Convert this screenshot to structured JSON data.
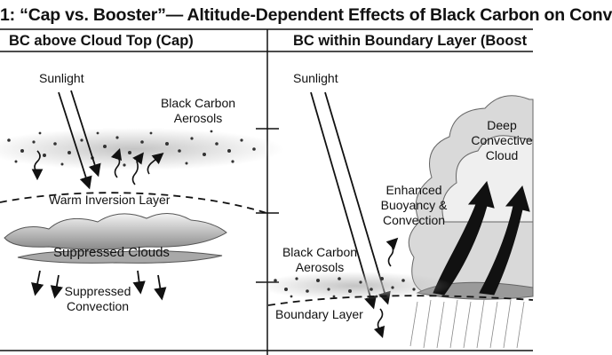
{
  "title": "1: “Cap vs.  Booster”— Altitude-Dependent Effects of Black Carbon on Conv",
  "panels": {
    "left": {
      "heading": "BC above Cloud Top (Cap)",
      "sunlight": "Sunlight",
      "bc_line1": "Black Carbon",
      "bc_line2": "Aerosols",
      "inversion": "Warm Inversion Layer",
      "clouds": "Suppressed Clouds",
      "conv_line1": "Suppressed",
      "conv_line2": "Convection"
    },
    "right": {
      "heading": "BC within Boundary Layer (Boost",
      "sunlight": "Sunlight",
      "deep_line1": "Deep",
      "deep_line2": "Convective",
      "deep_line3": "Cloud",
      "enh_line1": "Enhanced",
      "enh_line2": "Buoyancy &",
      "enh_line3": "Convection",
      "bc_line1": "Black Carbon",
      "bc_line2": "Aerosols",
      "boundary": "Boundary Layer"
    }
  },
  "colors": {
    "ink": "#111111",
    "aerosol": "#3a3a3a",
    "haze": "#bdbdbd",
    "cloud": "#9a9a9a"
  }
}
